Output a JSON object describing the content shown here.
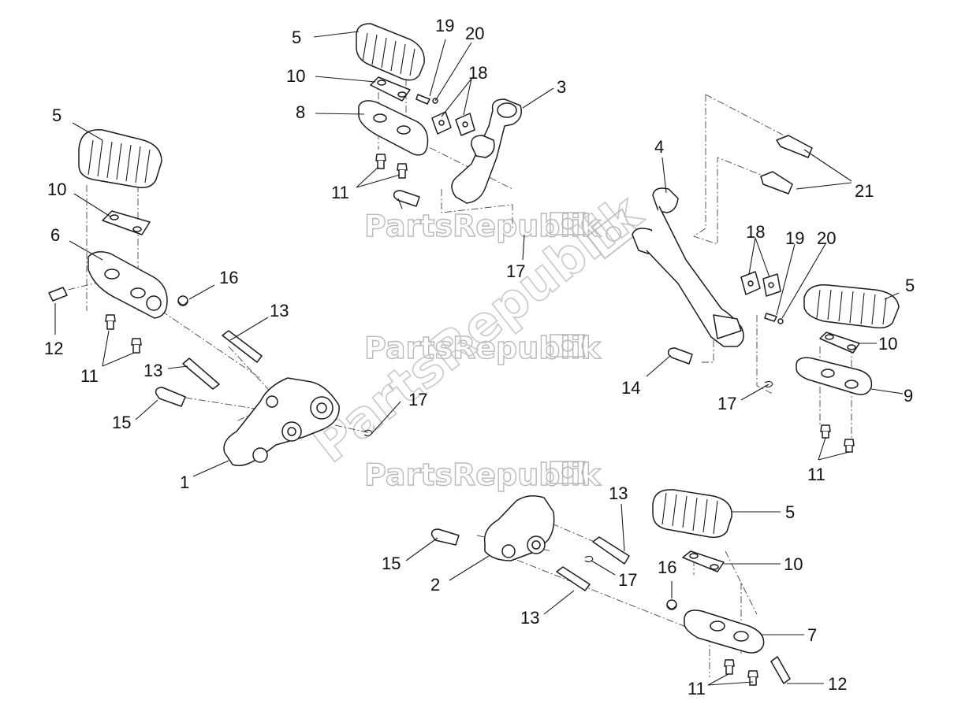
{
  "watermark": {
    "brand": "PartsRepublik",
    "icon": "gear-flag-icon"
  },
  "callouts": {
    "n1": "1",
    "n2": "2",
    "n3": "3",
    "n4": "4",
    "n5": "5",
    "n6": "6",
    "n7": "7",
    "n8": "8",
    "n9": "9",
    "n10": "10",
    "n11": "11",
    "n12": "12",
    "n13": "13",
    "n14": "14",
    "n15": "15",
    "n16": "16",
    "n17": "17",
    "n18": "18",
    "n19": "19",
    "n20": "20",
    "n21": "21"
  }
}
